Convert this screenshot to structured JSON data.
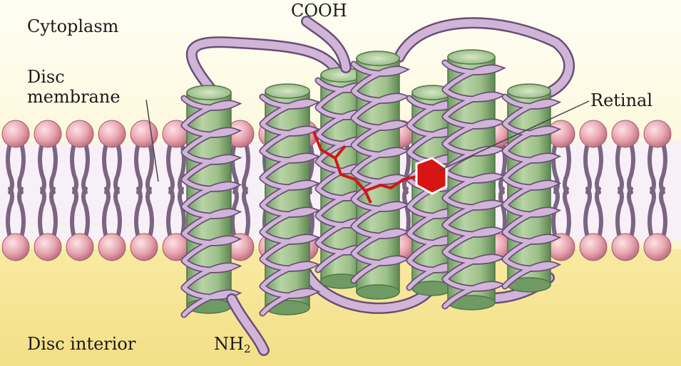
{
  "labels": {
    "cytoplasm": "Cytoplasm",
    "disc_membrane_line1": "Disc",
    "disc_membrane_line2": "membrane",
    "disc_interior": "Disc interior",
    "cooh": "COOH",
    "nh2_main": "NH",
    "nh2_sub": "2",
    "retinal": "Retinal"
  },
  "colors": {
    "cytoplasm_bg": "#fdfbe6",
    "interior_bg": "#f6e593",
    "lipid_head": "#e6a2ad",
    "lipid_tail": "#7a6681",
    "helix_fill": "#9ec08a",
    "helix_edge": "#5f8a55",
    "chain": "#d1b5d9",
    "chain_edge": "#6a4e76",
    "retinal": "#d01818"
  },
  "helix_count": 7
}
